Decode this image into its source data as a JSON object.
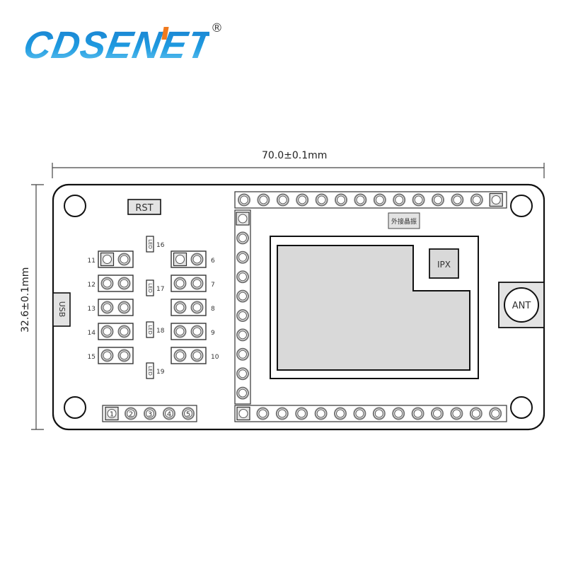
{
  "brand": {
    "name": "CDSENET",
    "registered_mark": "®",
    "colors": {
      "primary": "#1e8fd6",
      "primary_dark": "#0a6fb8",
      "accent": "#f07a1e"
    }
  },
  "dimensions": {
    "width_label": "70.0±0.1mm",
    "height_label": "32.6±0.1mm"
  },
  "board": {
    "rst_label": "RST",
    "usb_label": "USB",
    "ant_label": "ANT",
    "ipx_label": "IPX",
    "crystal_label": "外接晶振",
    "led_label": "LED",
    "leds": [
      {
        "label": "LED",
        "number": "16"
      },
      {
        "label": "LED",
        "number": "17"
      },
      {
        "label": "LED",
        "number": "18"
      },
      {
        "label": "LED",
        "number": "19"
      }
    ],
    "jumpers_left": [
      {
        "number": "11",
        "first_square": true
      },
      {
        "number": "12",
        "first_square": false
      },
      {
        "number": "13",
        "first_square": false
      },
      {
        "number": "14",
        "first_square": false
      },
      {
        "number": "15",
        "first_square": false
      }
    ],
    "jumpers_right": [
      {
        "number": "6",
        "first_square": true
      },
      {
        "number": "7",
        "first_square": false
      },
      {
        "number": "8",
        "first_square": false
      },
      {
        "number": "9",
        "first_square": false
      },
      {
        "number": "10",
        "first_square": false
      }
    ],
    "bottom_left_header": [
      "1",
      "2",
      "3",
      "4",
      "5"
    ],
    "top_header_pin_count": 14,
    "side_header_pin_count": 10,
    "bottom_header_pin_count": 14,
    "colors": {
      "outline": "#111111",
      "fill_gray": "#d9d9d9",
      "pin_ring": "#777777"
    }
  }
}
